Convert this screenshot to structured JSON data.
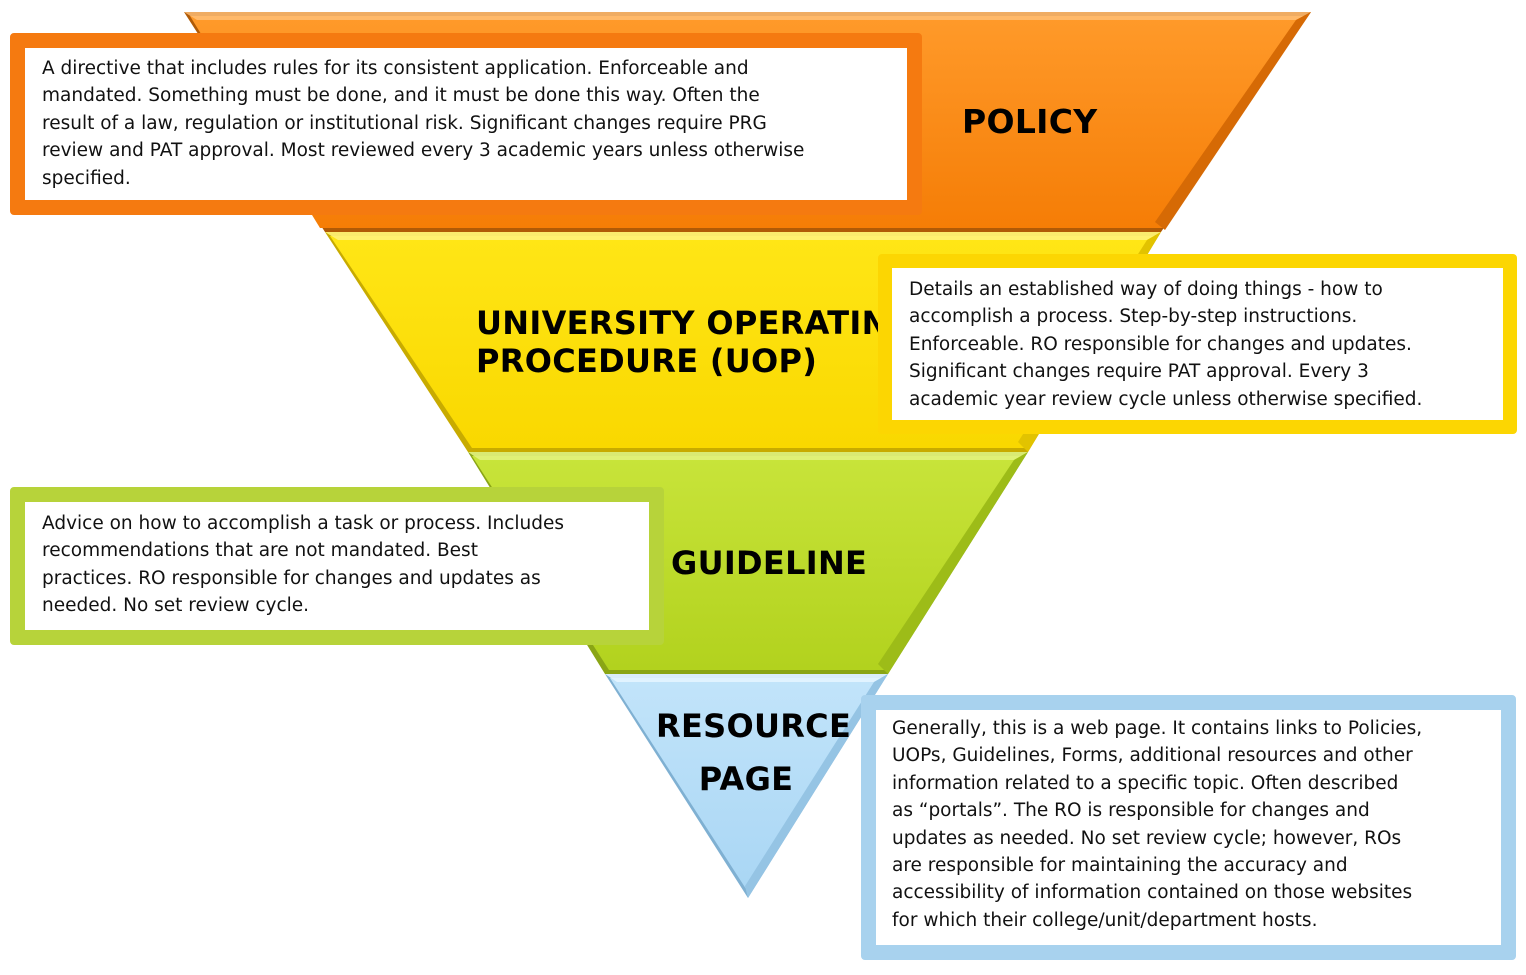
{
  "diagram": {
    "levels": [
      {
        "id": "policy",
        "title": "POLICY",
        "color": "#fe8d12",
        "box_border_color": "#f57a10",
        "description": "A directive that includes rules for its consistent application.  Enforceable and\nmandated.  Something must be done, and it must be done this way.  Often the\nresult of a law, regulation or institutional risk.  Significant changes require PRG\nreview and PAT approval.  Most reviewed every 3 academic years unless otherwise\nspecified."
      },
      {
        "id": "uop",
        "title_line1": "UNIVERSITY OPERATING",
        "title_line2": "PROCEDURE  (UOP)",
        "color": "#fde102",
        "box_border_color": "#fcd602",
        "description": "Details an established way of doing things - how to\naccomplish a process.  Step-by-step instructions.\nEnforceable.  RO responsible for changes and updates.\nSignificant changes require PAT approval.  Every 3\nacademic year review cycle unless otherwise specified."
      },
      {
        "id": "guideline",
        "title": "GUIDELINE",
        "color": "#bedf2c",
        "box_border_color": "#b7d33a",
        "description": "Advice on how to accomplish a task or process.  Includes\nrecommendations that are not mandated.  Best\npractices.  RO responsible for changes and updates as\nneeded.  No set review cycle."
      },
      {
        "id": "resource",
        "title_line1": "RESOURCE",
        "title_line2": "PAGE",
        "color": "#b4dcf6",
        "box_border_color": "#a8d2ee",
        "description": "Generally, this is a web page.  It contains links to Policies,\nUOPs, Guidelines, Forms, additional resources and other\ninformation related to a specific topic.  Often described\nas “portals”.  The RO is responsible for changes and\nupdates as needed.  No set review cycle; however, ROs\nare responsible for maintaining the accuracy and\naccessibility of information contained on those websites\nfor which their college/unit/department hosts."
      }
    ]
  }
}
